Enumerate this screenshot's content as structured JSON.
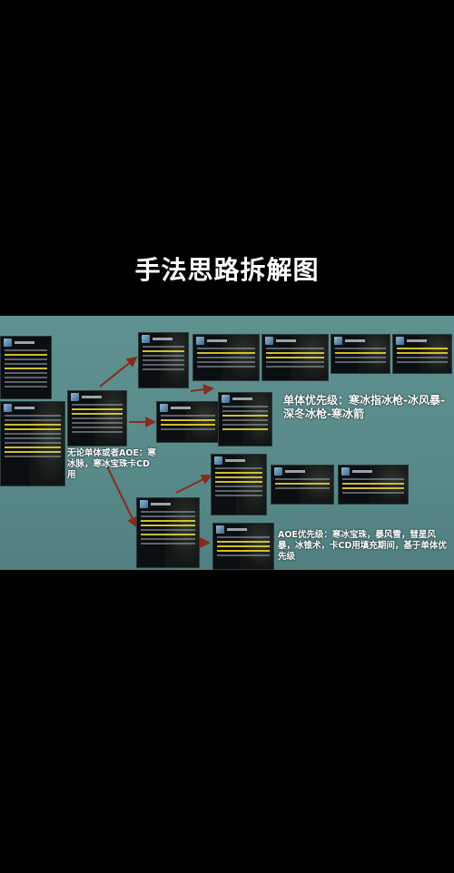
{
  "title": "手法思路拆解图",
  "notes": {
    "single_target": "单体优先级：寒冰指冰枪-冰风暴-深冬冰枪-寒冰箭",
    "any_target": "无论单体或者AOE：寒冰脉，寒冰宝珠卡CD用",
    "aoe": "AOE优先级：寒冰宝珠，暴风雪，彗星风暴，冰锥术，卡CD用填充期间，基于单体优先级"
  },
  "colors": {
    "board": "#5a8a8a",
    "arrow": "#8a2a1e",
    "highlight": "#e6cf2e"
  }
}
